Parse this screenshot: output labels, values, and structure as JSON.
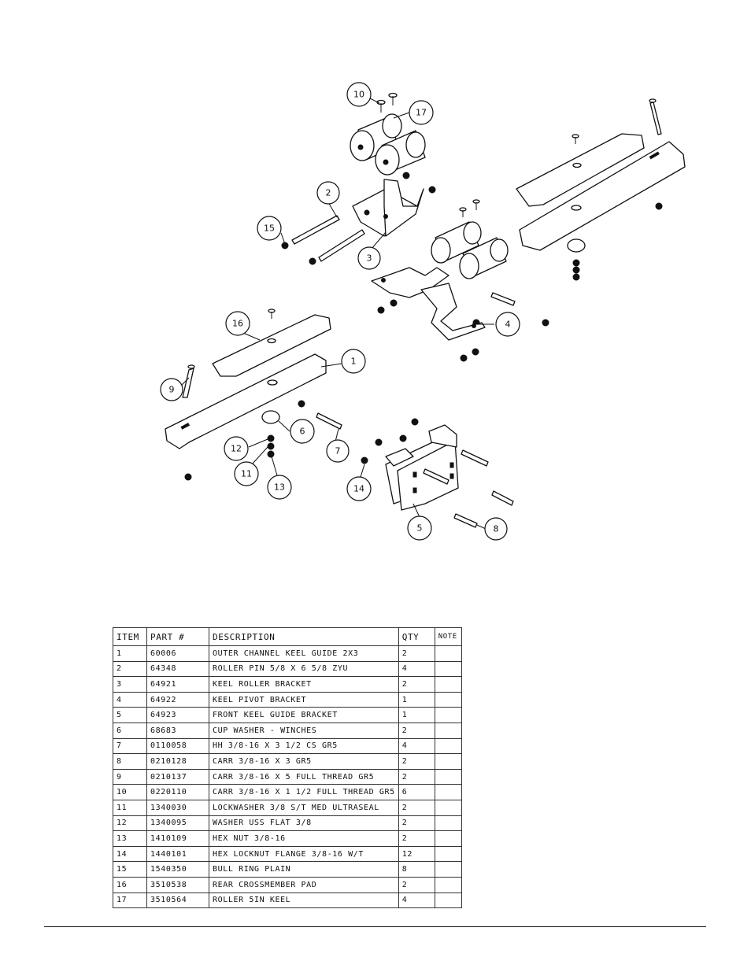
{
  "callouts": [
    "1",
    "2",
    "3",
    "4",
    "5",
    "6",
    "7",
    "8",
    "9",
    "10",
    "11",
    "12",
    "13",
    "14",
    "15",
    "16",
    "17"
  ],
  "table": {
    "headers": [
      "ITEM",
      "PART #",
      "DESCRIPTION",
      "QTY",
      "NOTE"
    ],
    "rows": [
      [
        "1",
        "60006",
        "OUTER CHANNEL KEEL GUIDE 2X3",
        "2",
        ""
      ],
      [
        "2",
        "64348",
        "ROLLER PIN  5/8 X 6 5/8 ZYU",
        "4",
        ""
      ],
      [
        "3",
        "64921",
        "KEEL ROLLER BRACKET",
        "2",
        ""
      ],
      [
        "4",
        "64922",
        "KEEL PIVOT BRACKET",
        "1",
        ""
      ],
      [
        "5",
        "64923",
        "FRONT KEEL GUIDE BRACKET",
        "1",
        ""
      ],
      [
        "6",
        "68683",
        "CUP WASHER - WINCHES",
        "2",
        ""
      ],
      [
        "7",
        "0110058",
        "HH 3/8-16 X 3 1/2 CS GR5",
        "4",
        ""
      ],
      [
        "8",
        "0210128",
        "CARR 3/8-16 X 3 GR5",
        "2",
        ""
      ],
      [
        "9",
        "0210137",
        "CARR 3/8-16 X 5 FULL THREAD GR5",
        "2",
        ""
      ],
      [
        "10",
        "0220110",
        "CARR 3/8-16 X 1 1/2 FULL THREAD GR5",
        "6",
        ""
      ],
      [
        "11",
        "1340030",
        "LOCKWASHER 3/8 S/T MED ULTRASEAL",
        "2",
        ""
      ],
      [
        "12",
        "1340095",
        "WASHER USS FLAT 3/8",
        "2",
        ""
      ],
      [
        "13",
        "1410109",
        "HEX NUT 3/8-16",
        "2",
        ""
      ],
      [
        "14",
        "1440101",
        "HEX LOCKNUT FLANGE 3/8-16 W/T",
        "12",
        ""
      ],
      [
        "15",
        "1540350",
        "BULL RING PLAIN",
        "8",
        ""
      ],
      [
        "16",
        "3510538",
        "REAR CROSSMEMBER PAD",
        "2",
        ""
      ],
      [
        "17",
        "3510564",
        "ROLLER 5IN KEEL",
        "4",
        ""
      ]
    ]
  }
}
